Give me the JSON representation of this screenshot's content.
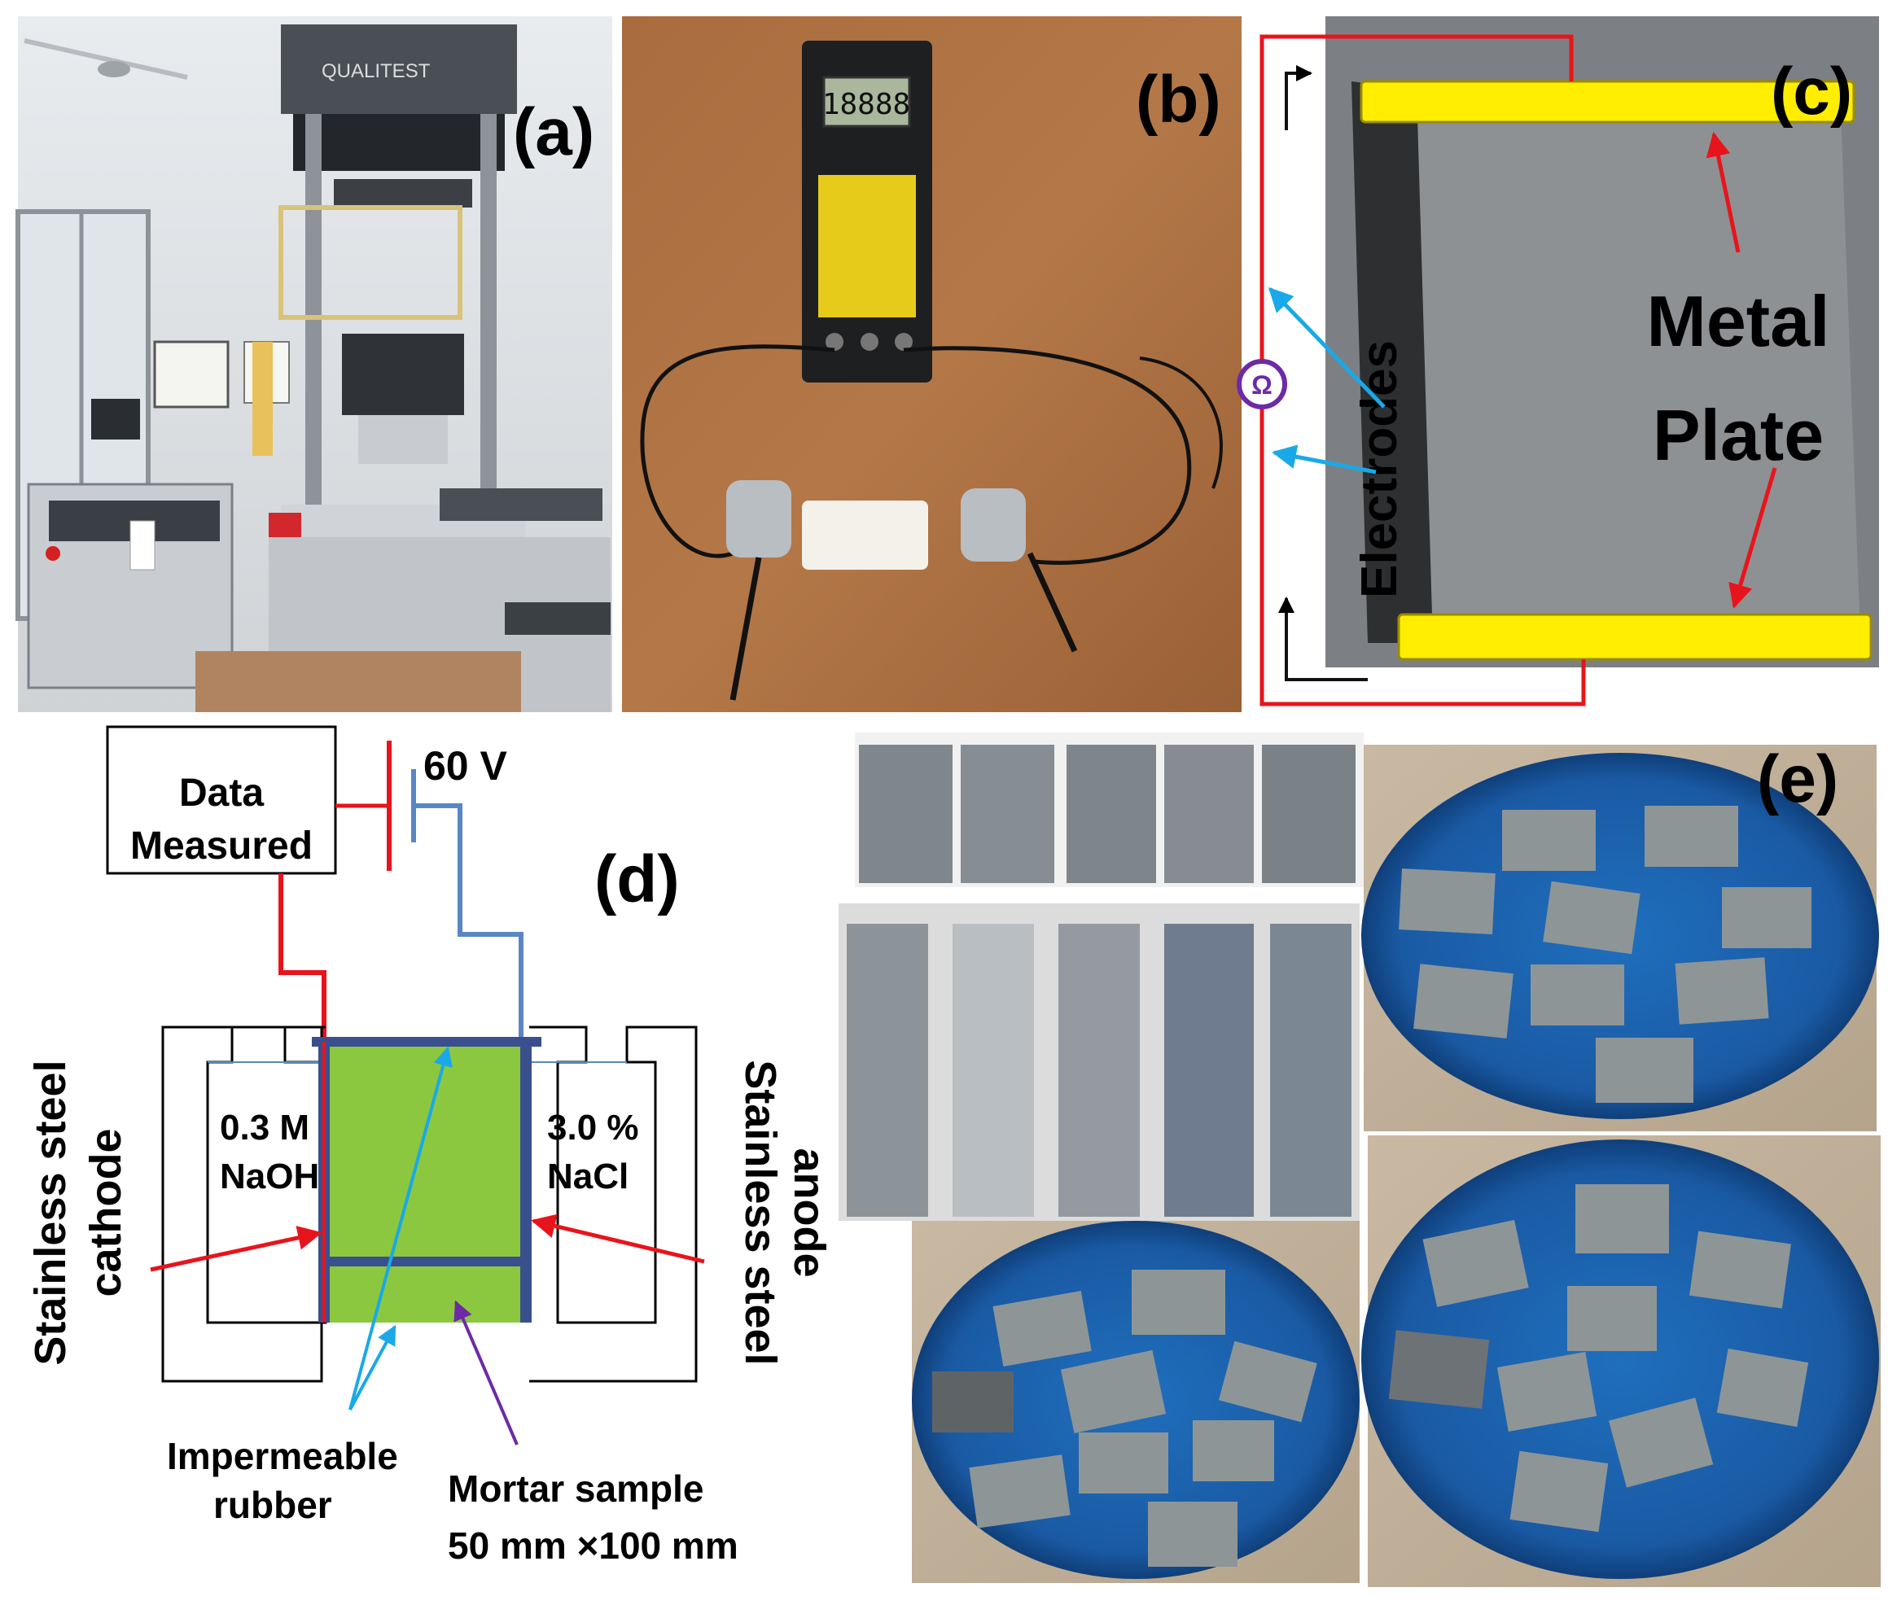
{
  "panels": {
    "a": {
      "label": "(a)",
      "machine_brand": "QUALITEST"
    },
    "b": {
      "label": "(b)",
      "display": "18888"
    },
    "c": {
      "label": "(c)",
      "electrodes": "Electrodes",
      "metal_plate_line1": "Metal",
      "metal_plate_line2": "Plate",
      "meter_symbol": "Ω"
    },
    "d": {
      "label": "(d)",
      "data_box_line1": "Data",
      "data_box_line2": "Measured",
      "voltage": "60 V",
      "left_solution_line1": "0.3 M",
      "left_solution_line2": "NaOH",
      "right_solution_line1": "3.0 %",
      "right_solution_line2": "NaCl",
      "cathode_line1": "Stainless   steel",
      "cathode_line2": "cathode",
      "anode_line1": "Stainless   steel",
      "anode_line2": "anode",
      "rubber_line1": "Impermeable",
      "rubber_line2": "rubber",
      "sample_line1": "Mortar sample",
      "sample_line2": "50 mm ×100 mm"
    },
    "e": {
      "label": "(e)"
    }
  },
  "colors": {
    "red_wire": "#e8141c",
    "blue_wire": "#5b86c4",
    "rubber": "#3a4f8e",
    "mortar": "#8cc83f",
    "electrode_yellow": "#ffee00",
    "arrow_cyan": "#19a9e8",
    "arrow_purple": "#6d2aa8",
    "tray_blue": "#1b5fa8"
  }
}
